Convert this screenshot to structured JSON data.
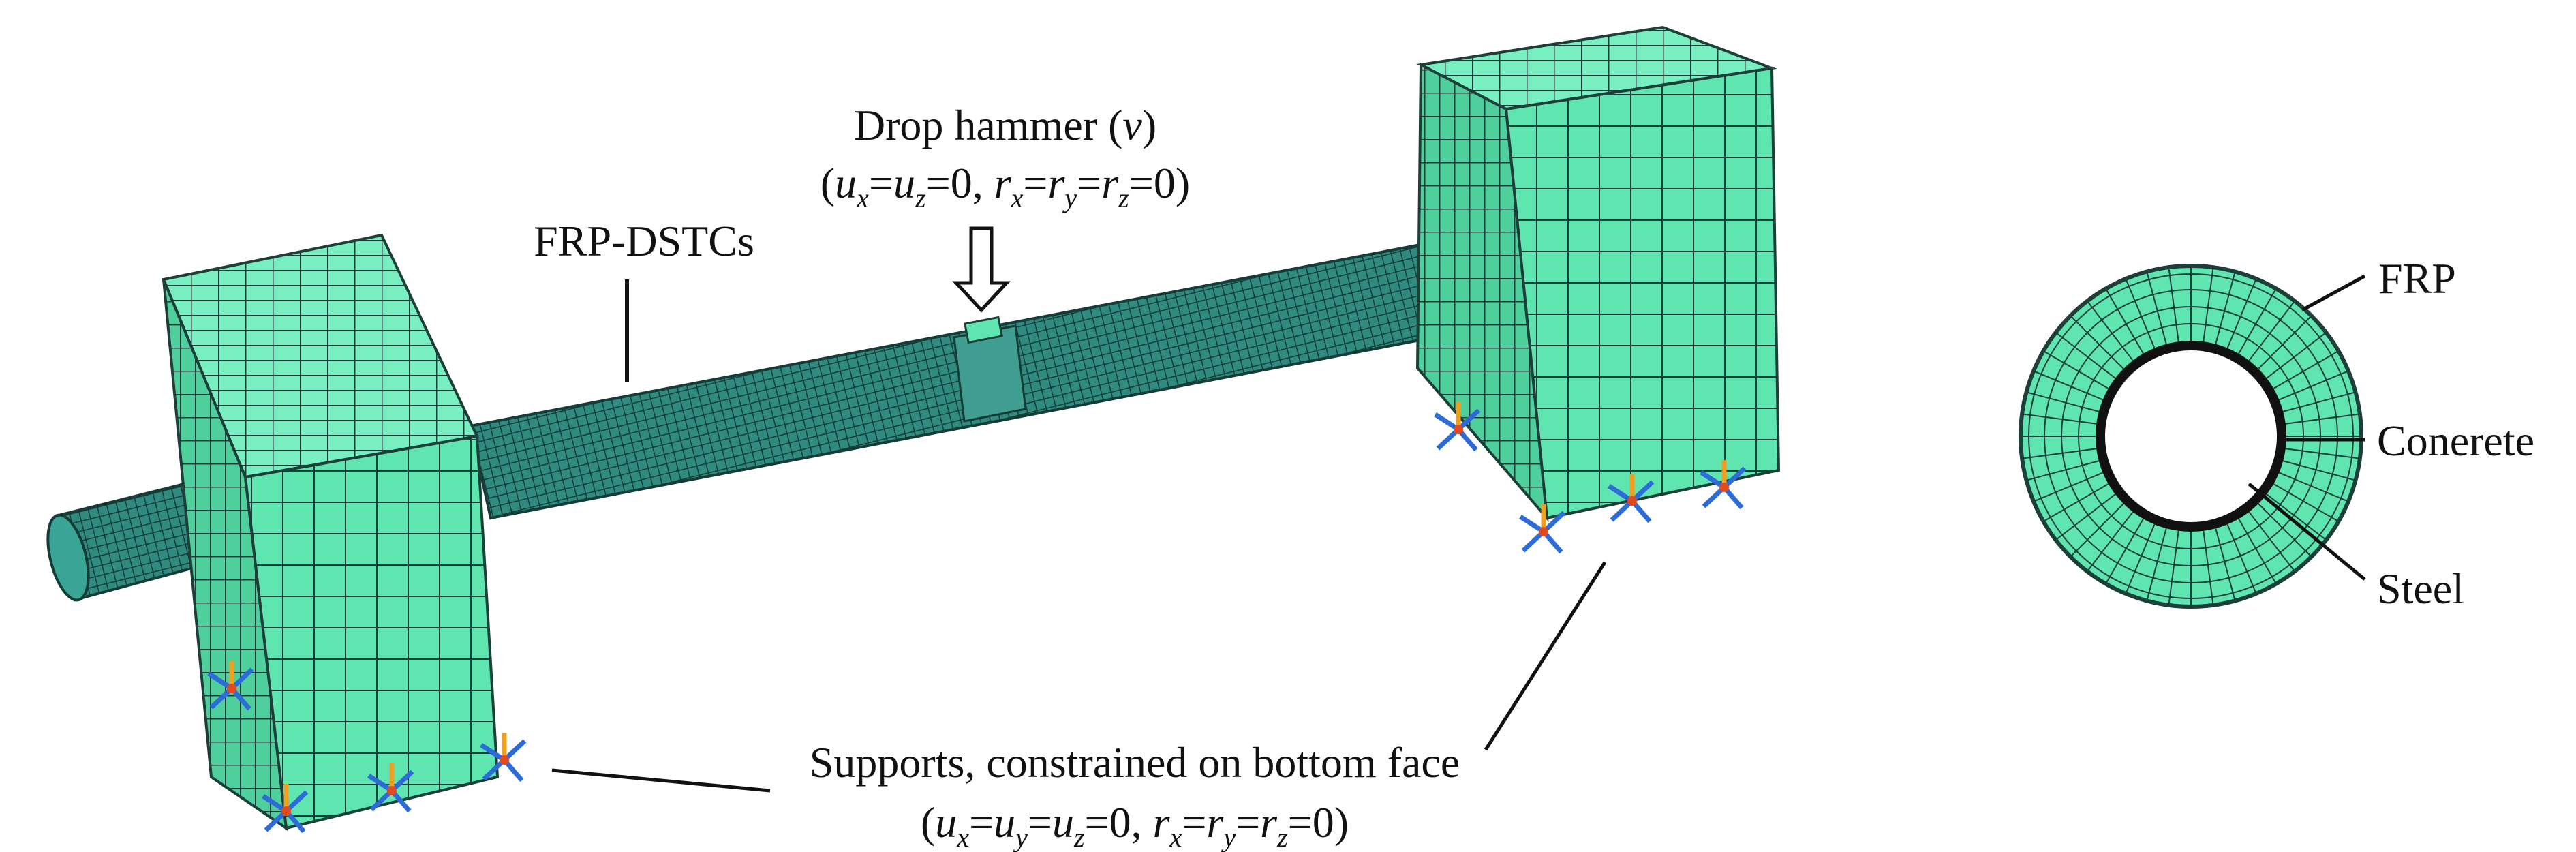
{
  "labels": {
    "drop_hammer": "Drop hammer (",
    "drop_hammer_var": "v",
    "drop_hammer_close": ")",
    "frp_dstcs": "FRP-DSTCs",
    "supports": "Supports, constrained on bottom face",
    "frp": "FRP",
    "concrete": "Conerete",
    "steel": "Steel"
  },
  "hammer_bc": {
    "u1": "u",
    "u1_sub": "x",
    "eq1": "=",
    "u2": "u",
    "u2_sub": "z",
    "eq2": "=0, ",
    "r1": "r",
    "r1_sub": "x",
    "eq3": "=",
    "r2": "r",
    "r2_sub": "y",
    "eq4": "=",
    "r3": "r",
    "r3_sub": "z",
    "eq5": "=0)",
    "open": "("
  },
  "support_bc": {
    "open": "(",
    "u1": "u",
    "u1_sub": "x",
    "eq1": "=",
    "u2": "u",
    "u2_sub": "y",
    "eq2": "=",
    "u3": "u",
    "u3_sub": "z",
    "eq3": "=0, ",
    "r1": "r",
    "r1_sub": "x",
    "eq4": "=",
    "r2": "r",
    "r2_sub": "y",
    "eq5": "=",
    "r3": "r",
    "r3_sub": "z",
    "eq6": "=0)"
  },
  "colors": {
    "mesh_fill": "#5fe6b0",
    "mesh_fill_side": "#4fcf9c",
    "mesh_fill_top": "#78efc0",
    "tube_fill": "#2f8a80",
    "mesh_line": "#1d3f3a",
    "support_blue": "#2d6cd8",
    "support_red": "#e04a1f",
    "support_orange": "#f0a020"
  }
}
